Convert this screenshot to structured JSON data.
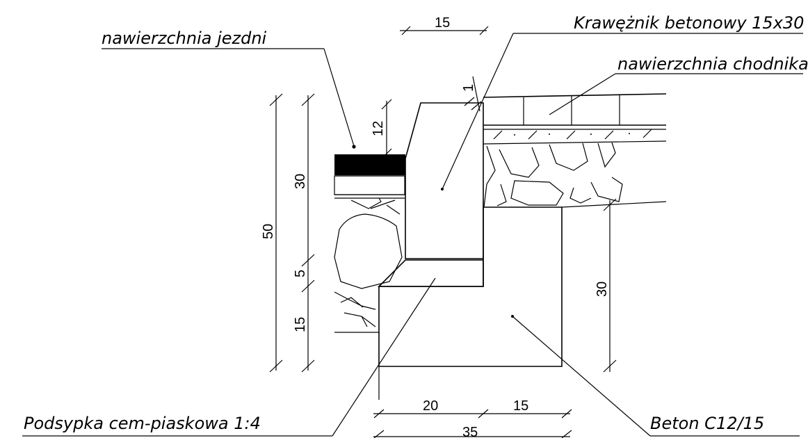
{
  "labels": {
    "road_surface": "nawierzchnia jezdni",
    "curb": "Krawężnik betonowy 15x30",
    "sidewalk_surface": "nawierzchnia chodnika",
    "bedding": "Podsypka cem-piaskowa 1:4",
    "concrete": "Beton C12/15"
  },
  "dimensions": {
    "top_width": "15",
    "offset_1": "1",
    "curb_reveal": "12",
    "total_height": "50",
    "curb_height": "30",
    "bedding_thickness": "5",
    "foundation_thickness": "15",
    "foundation_height_right": "30",
    "foundation_left_width": "20",
    "foundation_right_width": "15",
    "foundation_total_width": "35"
  },
  "colors": {
    "line": "#000000",
    "background": "#ffffff",
    "asphalt": "#000000"
  }
}
